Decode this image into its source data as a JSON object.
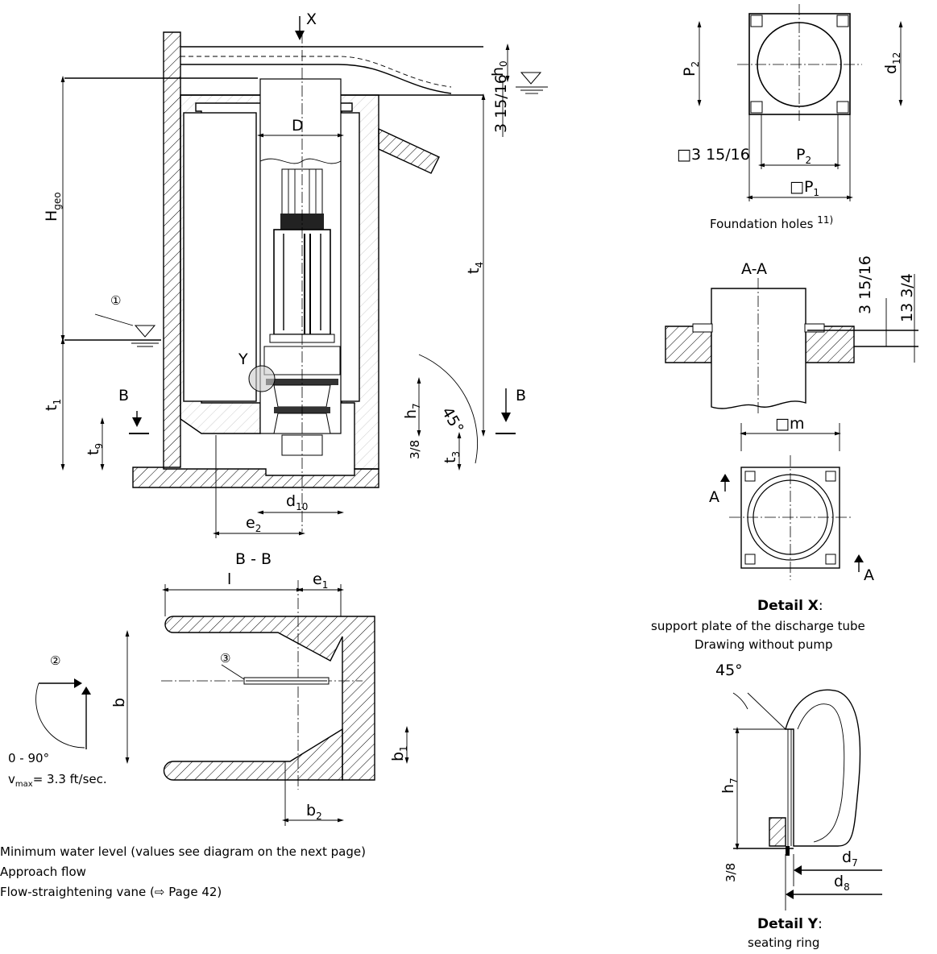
{
  "view_labels": {
    "x_arrow": "X",
    "section_b": "B",
    "section_bb": "B - B",
    "section_aa": "A-A",
    "detail_y_marker": "Y",
    "section_a": "A"
  },
  "dimensions": {
    "h_0": [
      "h",
      "0"
    ],
    "h_geo": [
      "H",
      "geo"
    ],
    "t_1": [
      "t",
      "1"
    ],
    "t_3": [
      "t",
      "3"
    ],
    "t_4": [
      "t",
      "4"
    ],
    "t_9": [
      "t",
      "9"
    ],
    "h_7": [
      "h",
      "7"
    ],
    "d_10": [
      "d",
      "10"
    ],
    "e_2": [
      "e",
      "2"
    ],
    "d_12": [
      "d",
      "12"
    ],
    "p_2": [
      "P",
      "2"
    ],
    "p_1": [
      "□P",
      "1"
    ],
    "d_7": [
      "d",
      "7"
    ],
    "d_8": [
      "d",
      "8"
    ],
    "b_1": [
      "b",
      "1"
    ],
    "b_2": [
      "b",
      "2"
    ],
    "e_1": [
      "e",
      "1"
    ],
    "D": "D",
    "l": "l",
    "b": "b",
    "m": "□m",
    "angle_45": "45°",
    "v315_a": "3 15/16",
    "v315_b": "□3 15/16",
    "v1334": "13 3/4",
    "v38": "3/8"
  },
  "markers": {
    "one": "①",
    "two": "②",
    "three": "③"
  },
  "approach_flow": {
    "angle": "0 - 90°",
    "velocity": "v",
    "velocity_sub": "max",
    "velocity_val": "= 3.3 ft/sec."
  },
  "captions": {
    "foundation": "Foundation holes",
    "foundation_note": "11)",
    "detail_x_title": "Detail X",
    "detail_x_line1": "support plate of the discharge tube",
    "detail_x_line2": "Drawing without pump",
    "detail_y_title": "Detail Y",
    "detail_y_line1": "seating ring"
  },
  "legend": [
    "Minimum water level (values see diagram on the next page)",
    "Approach flow",
    "Flow-straightening vane (⇨ Page 42)"
  ]
}
